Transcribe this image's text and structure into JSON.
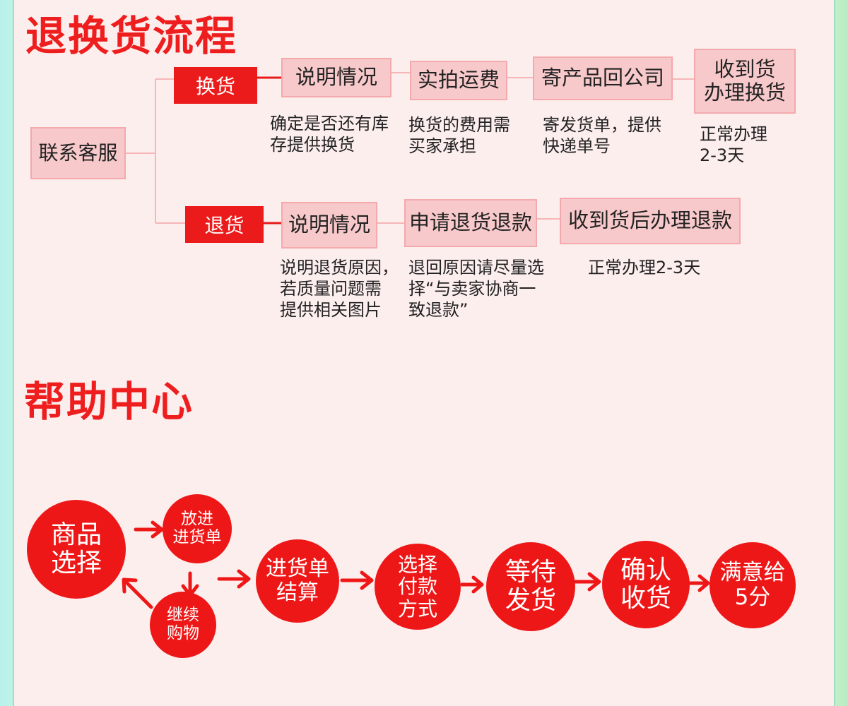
{
  "return_exchange": {
    "title": "退换货流程",
    "contact": "联系客服",
    "exchange": {
      "label": "换货",
      "steps": [
        {
          "label": "说明情况",
          "note": "确定是否还有库\n存提供换货"
        },
        {
          "label": "实拍运费",
          "note": "换货的费用需\n买家承担"
        },
        {
          "label": "寄产品回公司",
          "note": "寄发货单，提供\n快递单号"
        },
        {
          "label": "收到货\n办理换货",
          "note": "正常办理\n2-3天"
        }
      ]
    },
    "refund": {
      "label": "退货",
      "steps": [
        {
          "label": "说明情况",
          "note": "说明退货原因，\n若质量问题需\n提供相关图片"
        },
        {
          "label": "申请退货退款",
          "note": "退回原因请尽量选\n择“与卖家协商一\n致退款”"
        },
        {
          "label": "收到货后办理退款",
          "note": "正常办理2-3天"
        }
      ]
    }
  },
  "help_center": {
    "title": "帮助中心",
    "nodes": {
      "select": "商品\n选择",
      "add_cart": "放进\n进货单",
      "continue": "继续\n购物",
      "checkout": "进货单\n结算",
      "payment": "选择\n付款\n方式",
      "wait": "等待\n发货",
      "confirm": "确认\n收货",
      "rate": "满意给\n5分"
    }
  },
  "colors": {
    "accent": "#ee1717",
    "box_fill": "#f8c9cb",
    "box_border": "#f4a9ad",
    "background": "#fdeeee"
  }
}
